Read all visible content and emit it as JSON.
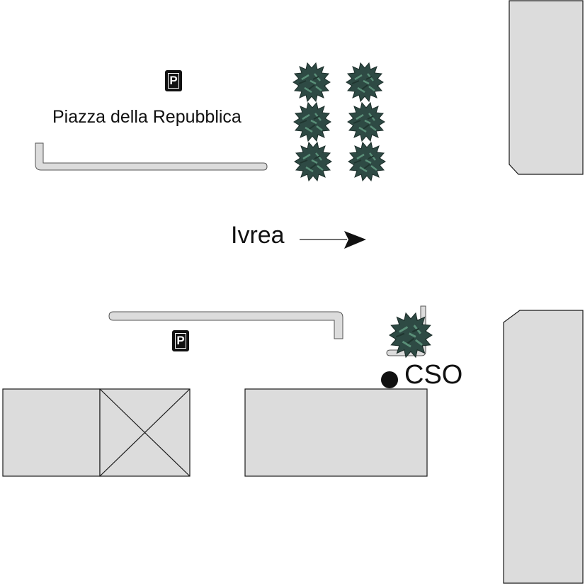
{
  "square_label": "Piazza della Repubblica",
  "direction_label": "Ivrea",
  "marker_label": "CSO",
  "parking_symbol": "P",
  "colors": {
    "building_fill": "#dcdcdc",
    "outline": "#1a1a1a",
    "tree_dark": "#2e4a44",
    "tree_mid": "#3d6b58",
    "background": "#ffffff"
  },
  "icons": [
    "parking-icon",
    "tree-icon",
    "arrow-icon",
    "location-dot-icon"
  ]
}
